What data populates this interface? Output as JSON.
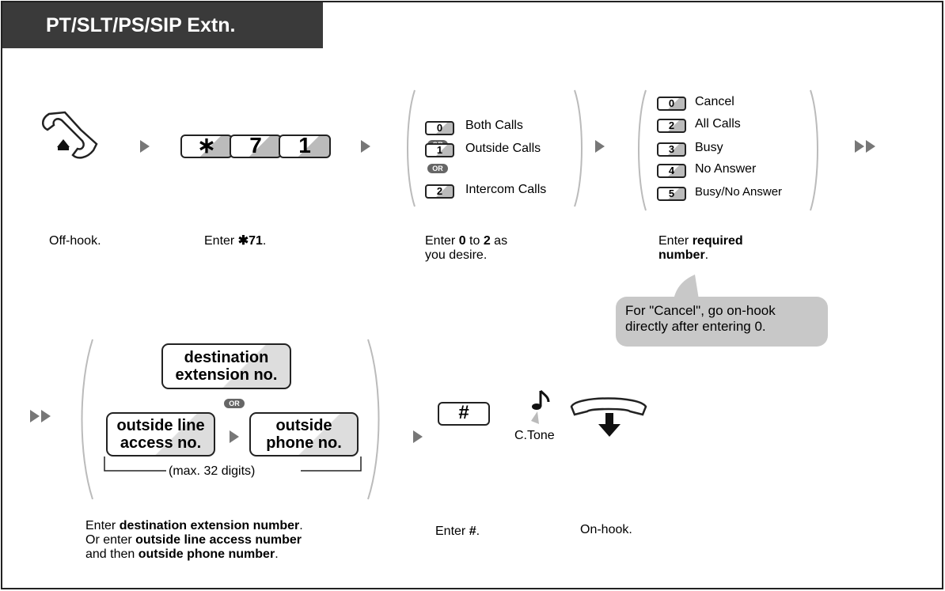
{
  "header": {
    "title": "PT/SLT/PS/SIP Extn."
  },
  "step1": {
    "caption": "Off-hook."
  },
  "step2": {
    "keys": [
      "∗",
      "7",
      "1"
    ],
    "caption_pre": "Enter ",
    "caption_bold": "✱71",
    "caption_post": "."
  },
  "step3": {
    "options": [
      {
        "key": "0",
        "label": "Both Calls"
      },
      {
        "key": "1",
        "label": "Outside Calls"
      },
      {
        "key": "2",
        "label": "Intercom Calls"
      }
    ],
    "or_label": "OR",
    "caption_pre": "Enter ",
    "caption_bold1": "0",
    "caption_mid": " to ",
    "caption_bold2": "2",
    "caption_post1": " as",
    "caption_line2": "you desire."
  },
  "step4": {
    "options": [
      {
        "key": "0",
        "label": "Cancel"
      },
      {
        "key": "2",
        "label": "All Calls"
      },
      {
        "key": "3",
        "label": "Busy"
      },
      {
        "key": "4",
        "label": "No Answer"
      },
      {
        "key": "5",
        "label": "Busy/No Answer"
      }
    ],
    "caption_pre": "Enter ",
    "caption_bold1": "required",
    "caption_bold2": "number",
    "caption_post": ".",
    "note_line1": "For \"Cancel\", go on-hook",
    "note_line2": "directly after entering 0."
  },
  "step5": {
    "dest_line1": "destination",
    "dest_line2": "extension no.",
    "or_label": "OR",
    "access_line1": "outside line",
    "access_line2": "access no.",
    "phone_line1": "outside",
    "phone_line2": "phone no.",
    "max_label": "(max. 32 digits)",
    "cap1_pre": "Enter ",
    "cap1_bold": "destination extension number",
    "cap1_post": ".",
    "cap2_pre": "Or enter ",
    "cap2_bold": "outside line access number",
    "cap3_pre": "and then ",
    "cap3_bold": "outside phone number",
    "cap3_post": "."
  },
  "step6": {
    "key": "#",
    "caption_pre": "Enter ",
    "caption_bold": "#",
    "caption_post": "."
  },
  "step7": {
    "tone_label": "C.Tone"
  },
  "step8": {
    "caption": "On-hook."
  }
}
